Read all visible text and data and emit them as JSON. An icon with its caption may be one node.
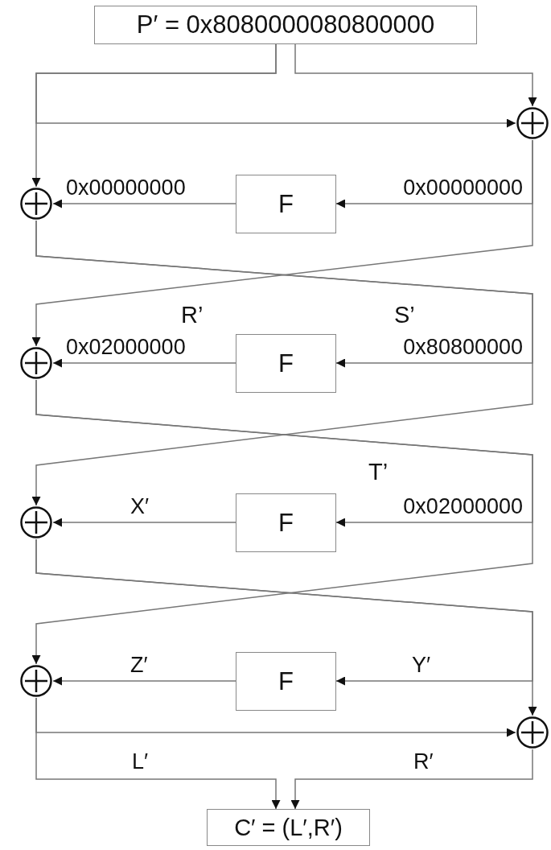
{
  "diagram": {
    "nodes": [
      {
        "text": [
          "P′ = 0x8080000080800000"
        ]
      },
      {
        "text": [],
        "shape": "circle"
      },
      {
        "text": [],
        "shape": "circle"
      },
      {
        "text": [
          "F"
        ]
      },
      {
        "text": [],
        "shape": "circle"
      },
      {
        "text": [
          "F"
        ]
      },
      {
        "text": [],
        "shape": "circle"
      },
      {
        "text": [
          "F"
        ]
      },
      {
        "text": [],
        "shape": "circle"
      },
      {
        "text": [
          "F"
        ]
      },
      {
        "text": [],
        "shape": "circle"
      },
      {
        "text": [
          "C′ = (L′,R′)"
        ]
      }
    ],
    "edges": [
      {
        "from": 0,
        "to": 2,
        "arrow": "to"
      },
      {
        "from": 0,
        "to": 1,
        "arrow": "to"
      },
      {
        "from": 0,
        "to": 1,
        "arrow": "to"
      },
      {
        "from": 1,
        "to": 3,
        "arrow": "to",
        "label": "0x00000000"
      },
      {
        "from": 3,
        "to": 2,
        "arrow": "to",
        "label": "0x00000000"
      },
      {
        "from": 1,
        "to": 4,
        "arrow": "to"
      },
      {
        "from": 2,
        "to": 5,
        "arrow": "to",
        "label": "0x80800000"
      },
      {
        "from": 5,
        "to": 4,
        "arrow": "to",
        "label": "0x02000000"
      },
      {
        "from": 2,
        "to": 6,
        "arrow": "to"
      },
      {
        "from": 4,
        "to": 7,
        "arrow": "to",
        "label": "0x02000000"
      },
      {
        "from": 7,
        "to": 6,
        "arrow": "to",
        "label": "X′"
      },
      {
        "from": 4,
        "to": 8,
        "arrow": "to"
      },
      {
        "from": 6,
        "to": 9,
        "arrow": "to",
        "label": "Y′"
      },
      {
        "from": 9,
        "to": 8,
        "arrow": "to",
        "label": "Z′"
      },
      {
        "from": 6,
        "to": 10,
        "arrow": "to"
      },
      {
        "from": 8,
        "to": 10,
        "arrow": "to"
      },
      {
        "from": 8,
        "to": 11,
        "arrow": "to",
        "label": "L′"
      },
      {
        "from": 10,
        "to": 11,
        "arrow": "to",
        "label": "R′"
      }
    ],
    "labels": [
      "R’",
      "S’",
      "T’"
    ]
  }
}
